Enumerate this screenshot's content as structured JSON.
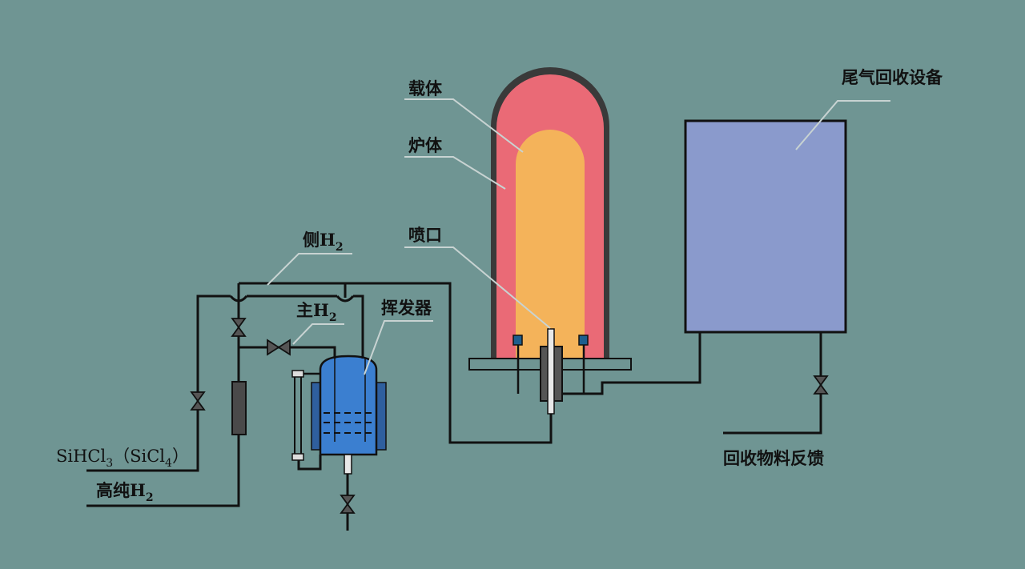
{
  "labels": {
    "carrier": "载体",
    "furnace": "炉体",
    "nozzle": "喷口",
    "exhaust": "尾气回收设备",
    "side_h2": {
      "main": "侧H",
      "sub": "2"
    },
    "main_h2": {
      "main": "主H",
      "sub": "2"
    },
    "evaporator": "挥发器",
    "feed": {
      "p1": "SiHCl",
      "s1": "3",
      "p2": "（SiCl",
      "s2": "4",
      "p3": "）"
    },
    "pure_h2": {
      "main": "高纯H",
      "sub": "2"
    },
    "feedback": "回收物料反馈"
  },
  "colors": {
    "background": "#6f9593",
    "furnace_shell": "#3a3a3a",
    "furnace_body": "#ea6a76",
    "carrier": "#f4b35a",
    "exhaust_unit": "#8a9acc",
    "evaporator": "#3b7fd0",
    "evaporator_jacket": "#2f5f9e",
    "pipe": "#111111",
    "leader_line": "#c8d3d2"
  }
}
